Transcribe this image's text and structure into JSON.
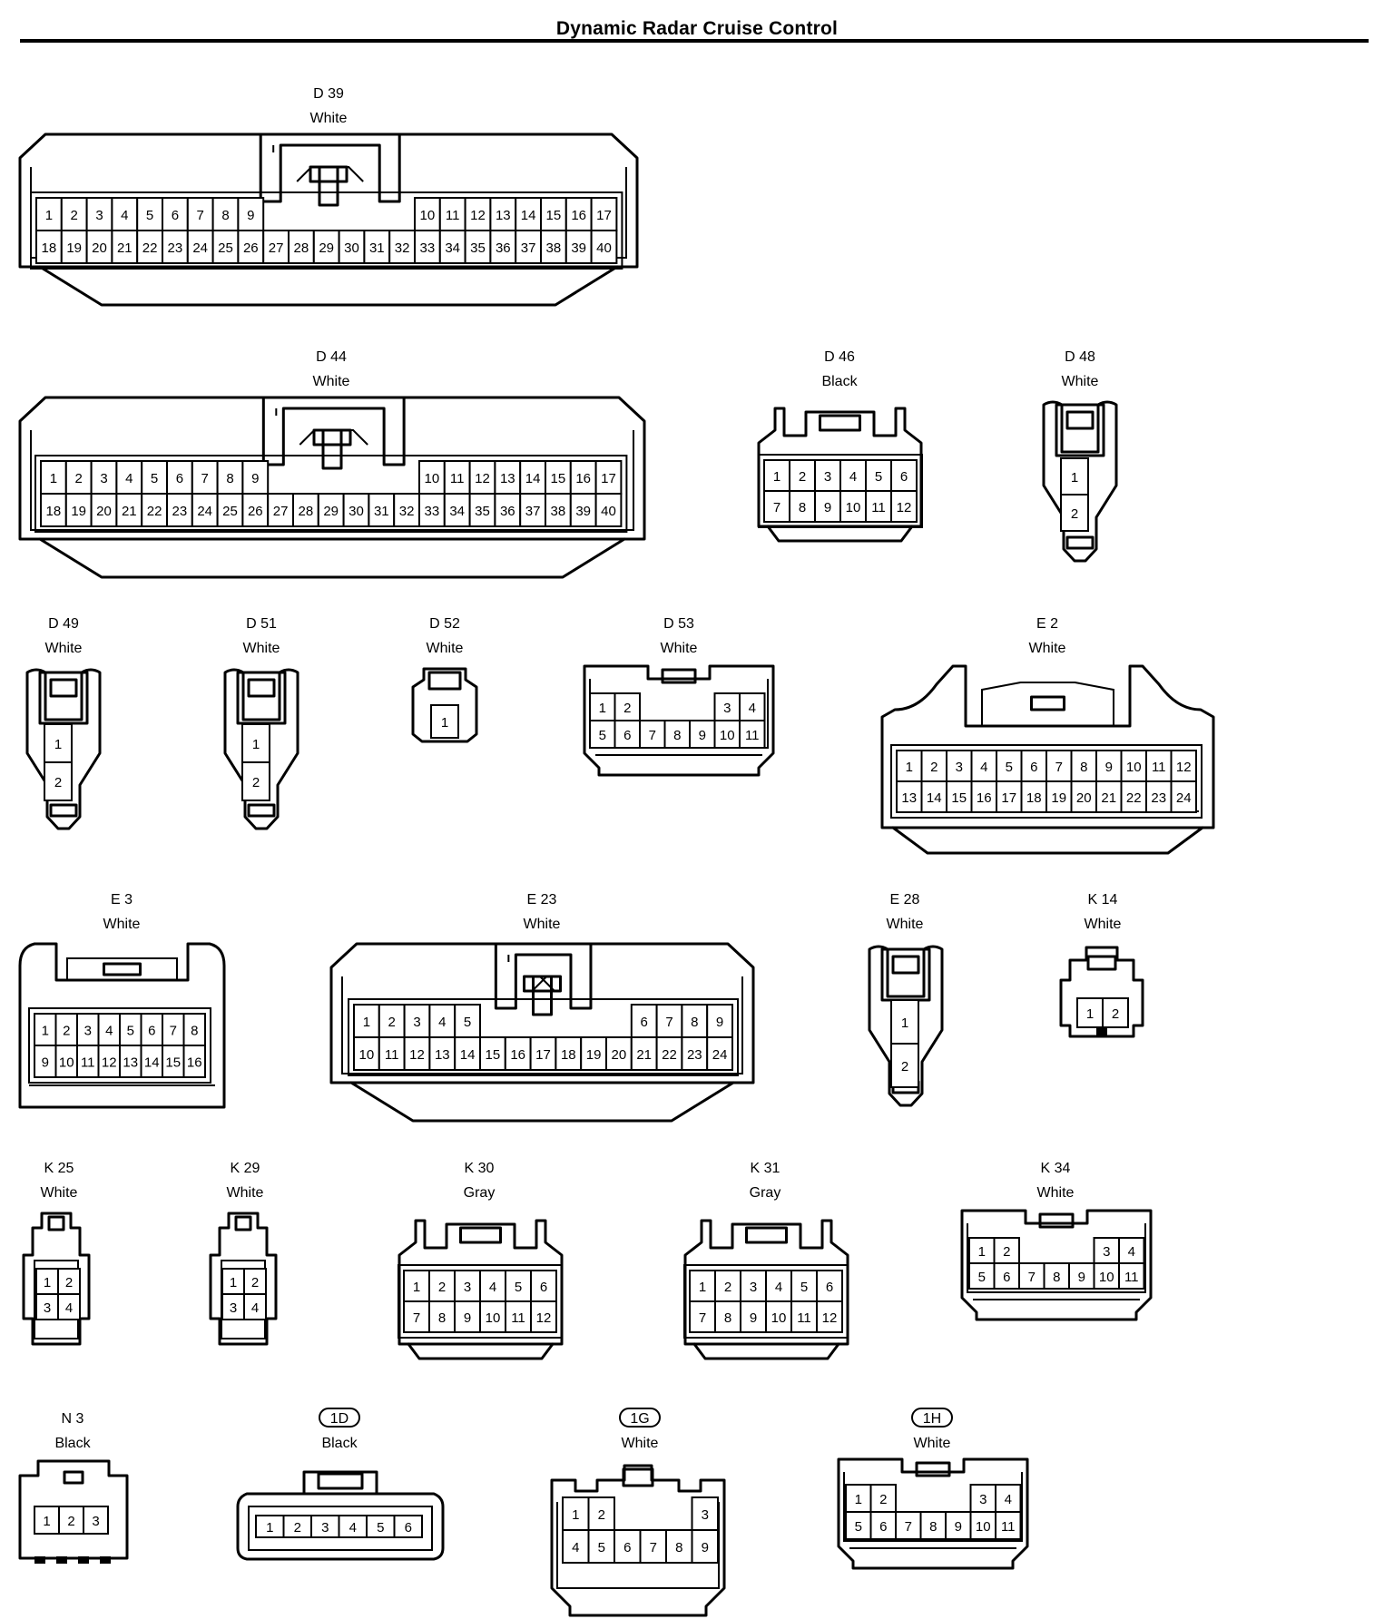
{
  "title": "Dynamic Radar Cruise Control",
  "connectors": [
    {
      "id": "D39",
      "code": "D 39",
      "color": "White",
      "pins": [
        [
          "1",
          "2",
          "3",
          "4",
          "5",
          "6",
          "7",
          "8",
          "9",
          null,
          null,
          null,
          null,
          null,
          null,
          "10",
          "11",
          "12",
          "13",
          "14",
          "15",
          "16",
          "17"
        ],
        [
          "18",
          "19",
          "20",
          "21",
          "22",
          "23",
          "24",
          "25",
          "26",
          "27",
          "28",
          "29",
          "30",
          "31",
          "32",
          "33",
          "34",
          "35",
          "36",
          "37",
          "38",
          "39",
          "40"
        ]
      ]
    },
    {
      "id": "D44",
      "code": "D 44",
      "color": "White",
      "pins": [
        [
          "1",
          "2",
          "3",
          "4",
          "5",
          "6",
          "7",
          "8",
          "9",
          null,
          null,
          null,
          null,
          null,
          null,
          "10",
          "11",
          "12",
          "13",
          "14",
          "15",
          "16",
          "17"
        ],
        [
          "18",
          "19",
          "20",
          "21",
          "22",
          "23",
          "24",
          "25",
          "26",
          "27",
          "28",
          "29",
          "30",
          "31",
          "32",
          "33",
          "34",
          "35",
          "36",
          "37",
          "38",
          "39",
          "40"
        ]
      ]
    },
    {
      "id": "D46",
      "code": "D 46",
      "color": "Black",
      "pins": [
        [
          "1",
          "2",
          "3",
          "4",
          "5",
          "6"
        ],
        [
          "7",
          "8",
          "9",
          "10",
          "11",
          "12"
        ]
      ]
    },
    {
      "id": "D48",
      "code": "D 48",
      "color": "White",
      "pins": [
        [
          "1"
        ],
        [
          "2"
        ]
      ]
    },
    {
      "id": "D49",
      "code": "D 49",
      "color": "White",
      "pins": [
        [
          "1"
        ],
        [
          "2"
        ]
      ]
    },
    {
      "id": "D51",
      "code": "D 51",
      "color": "White",
      "pins": [
        [
          "1"
        ],
        [
          "2"
        ]
      ]
    },
    {
      "id": "D52",
      "code": "D 52",
      "color": "White",
      "pins": [
        [
          "1"
        ]
      ]
    },
    {
      "id": "D53",
      "code": "D 53",
      "color": "White",
      "pins": [
        [
          "1",
          "2",
          null,
          null,
          null,
          "3",
          "4"
        ],
        [
          "5",
          "6",
          "7",
          "8",
          "9",
          "10",
          "11"
        ]
      ]
    },
    {
      "id": "E2",
      "code": "E 2",
      "color": "White",
      "pins": [
        [
          "1",
          "2",
          "3",
          "4",
          "5",
          "6",
          "7",
          "8",
          "9",
          "10",
          "11",
          "12"
        ],
        [
          "13",
          "14",
          "15",
          "16",
          "17",
          "18",
          "19",
          "20",
          "21",
          "22",
          "23",
          "24"
        ]
      ]
    },
    {
      "id": "E3",
      "code": "E 3",
      "color": "White",
      "pins": [
        [
          "1",
          "2",
          "3",
          "4",
          "5",
          "6",
          "7",
          "8"
        ],
        [
          "9",
          "10",
          "11",
          "12",
          "13",
          "14",
          "15",
          "16"
        ]
      ]
    },
    {
      "id": "E23",
      "code": "E 23",
      "color": "White",
      "pins": [
        [
          "1",
          "2",
          "3",
          "4",
          "5",
          null,
          null,
          null,
          null,
          null,
          null,
          "6",
          "7",
          "8",
          "9"
        ],
        [
          "10",
          "11",
          "12",
          "13",
          "14",
          "15",
          "16",
          "17",
          "18",
          "19",
          "20",
          "21",
          "22",
          "23",
          "24"
        ]
      ]
    },
    {
      "id": "E28",
      "code": "E 28",
      "color": "White",
      "pins": [
        [
          "1"
        ],
        [
          "2"
        ]
      ]
    },
    {
      "id": "K14",
      "code": "K 14",
      "color": "White",
      "pins": [
        [
          "1",
          "2"
        ]
      ]
    },
    {
      "id": "K25",
      "code": "K 25",
      "color": "White",
      "pins": [
        [
          "1",
          "2"
        ],
        [
          "3",
          "4"
        ]
      ]
    },
    {
      "id": "K29",
      "code": "K 29",
      "color": "White",
      "pins": [
        [
          "1",
          "2"
        ],
        [
          "3",
          "4"
        ]
      ]
    },
    {
      "id": "K30",
      "code": "K 30",
      "color": "Gray",
      "pins": [
        [
          "1",
          "2",
          "3",
          "4",
          "5",
          "6"
        ],
        [
          "7",
          "8",
          "9",
          "10",
          "11",
          "12"
        ]
      ]
    },
    {
      "id": "K31",
      "code": "K 31",
      "color": "Gray",
      "pins": [
        [
          "1",
          "2",
          "3",
          "4",
          "5",
          "6"
        ],
        [
          "7",
          "8",
          "9",
          "10",
          "11",
          "12"
        ]
      ]
    },
    {
      "id": "K34",
      "code": "K 34",
      "color": "White",
      "pins": [
        [
          "1",
          "2",
          null,
          null,
          null,
          "3",
          "4"
        ],
        [
          "5",
          "6",
          "7",
          "8",
          "9",
          "10",
          "11"
        ]
      ]
    },
    {
      "id": "N3",
      "code": "N 3",
      "color": "Black",
      "pins": [
        [
          "1",
          "2",
          "3"
        ]
      ]
    },
    {
      "id": "1D",
      "code": "1D",
      "color": "Black",
      "pins": [
        [
          "1",
          "2",
          "3",
          "4",
          "5",
          "6"
        ]
      ]
    },
    {
      "id": "1G",
      "code": "1G",
      "color": "White",
      "pins": [
        [
          "1",
          "2",
          null,
          null,
          null,
          "3"
        ],
        [
          "4",
          "5",
          "6",
          "7",
          "8",
          "9"
        ]
      ]
    },
    {
      "id": "1H",
      "code": "1H",
      "color": "White",
      "pins": [
        [
          "1",
          "2",
          null,
          null,
          null,
          "3",
          "4"
        ],
        [
          "5",
          "6",
          "7",
          "8",
          "9",
          "10",
          "11"
        ]
      ]
    }
  ]
}
